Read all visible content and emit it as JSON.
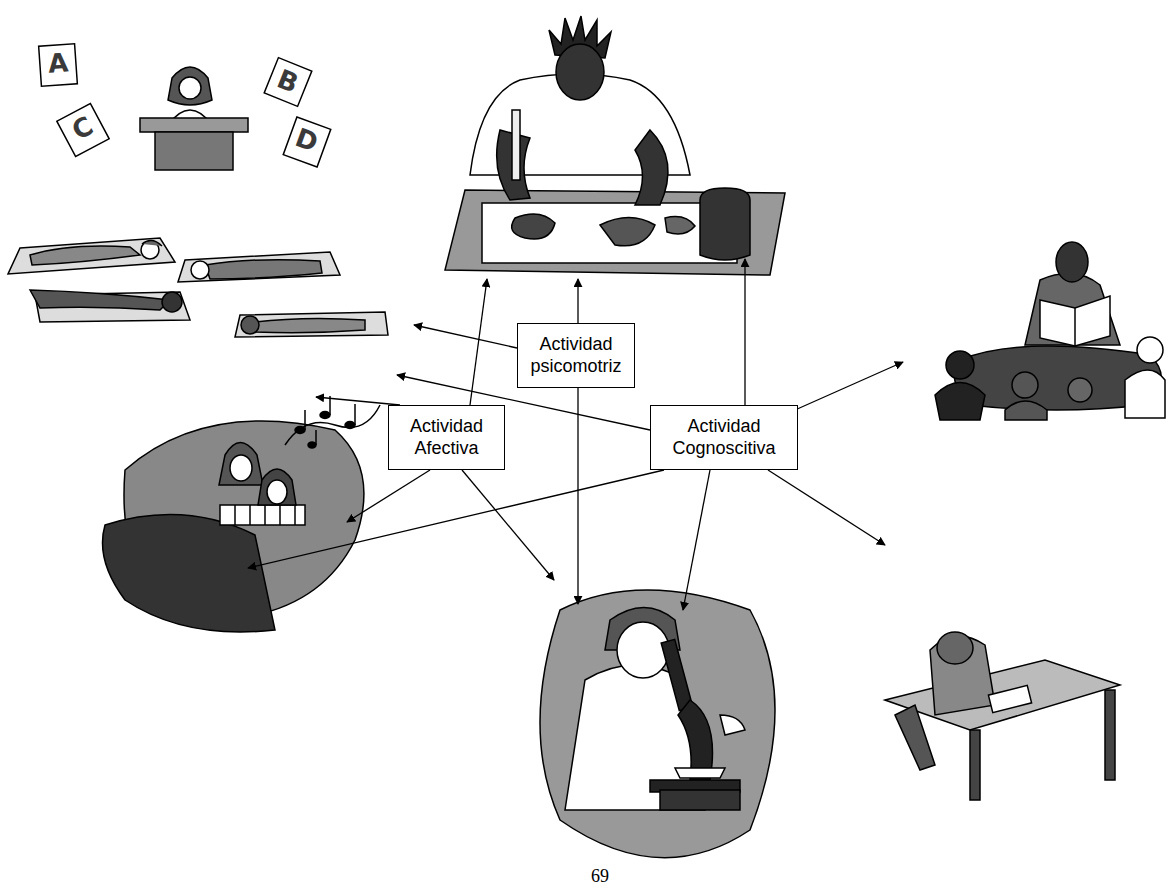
{
  "diagram": {
    "nodes": [
      {
        "text": [
          "Actividad psicomotriz"
        ]
      },
      {
        "text": [
          "Actividad Afectiva"
        ]
      },
      {
        "text": [
          "Actividad Cognoscitiva"
        ]
      }
    ],
    "labels": [
      "A",
      "B",
      "C",
      "D",
      "69"
    ]
  }
}
